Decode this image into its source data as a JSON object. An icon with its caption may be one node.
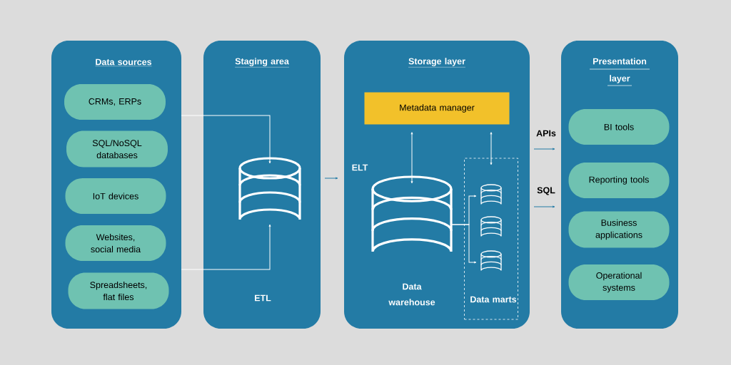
{
  "diagram": {
    "nodes": [
      {
        "text": [
          "Data sources"
        ]
      },
      {
        "text": [
          "CRMs, ERPs"
        ],
        "in": 0
      },
      {
        "text": [
          "SQL/NoSQL databases"
        ],
        "in": 0
      },
      {
        "text": [
          "IoT devices"
        ],
        "in": 0
      },
      {
        "text": [
          "Websites, social media"
        ],
        "in": 0
      },
      {
        "text": [
          "Spreadsheets, flat files"
        ],
        "in": 0
      },
      {
        "text": [
          "Staging area",
          "ETL"
        ]
      },
      {
        "text": [],
        "shape": "cylinder",
        "in": 6
      },
      {
        "text": [
          "Storage layer"
        ]
      },
      {
        "text": [
          "Metadata manager"
        ],
        "in": 8
      },
      {
        "text": [
          "Data warehouse"
        ],
        "in": 8
      },
      {
        "text": [
          "Data marts"
        ],
        "in": 8
      },
      {
        "text": [],
        "shape": "cylinder",
        "in": 11
      },
      {
        "text": [],
        "shape": "cylinder",
        "in": 11
      },
      {
        "text": [],
        "shape": "cylinder",
        "in": 11
      },
      {
        "text": [
          "Presentation layer"
        ]
      },
      {
        "text": [
          "BI tools"
        ],
        "in": 15
      },
      {
        "text": [
          "Reporting tools"
        ],
        "in": 15
      },
      {
        "text": [
          "Business applications"
        ],
        "in": 15
      },
      {
        "text": [
          "Operational systems"
        ],
        "in": 15
      }
    ],
    "edges": [
      {
        "from": 0,
        "to": 7,
        "arrow": "to"
      },
      {
        "from": 0,
        "to": 7,
        "arrow": "to"
      },
      {
        "from": 6,
        "to": 8,
        "arrow": "to",
        "label": "ELT",
        "color": "#237ba5"
      },
      {
        "from": 9,
        "to": 10,
        "arrow": "both"
      },
      {
        "from": 9,
        "to": 11,
        "arrow": "both"
      },
      {
        "from": 10,
        "to": 12,
        "arrow": "to"
      },
      {
        "from": 10,
        "to": 14,
        "arrow": "to"
      },
      {
        "from": 8,
        "to": 15,
        "arrow": "to",
        "label": "APIs",
        "color": "#237ba5"
      },
      {
        "from": 8,
        "to": 15,
        "arrow": "to",
        "label": "SQL",
        "color": "#237ba5"
      }
    ]
  }
}
